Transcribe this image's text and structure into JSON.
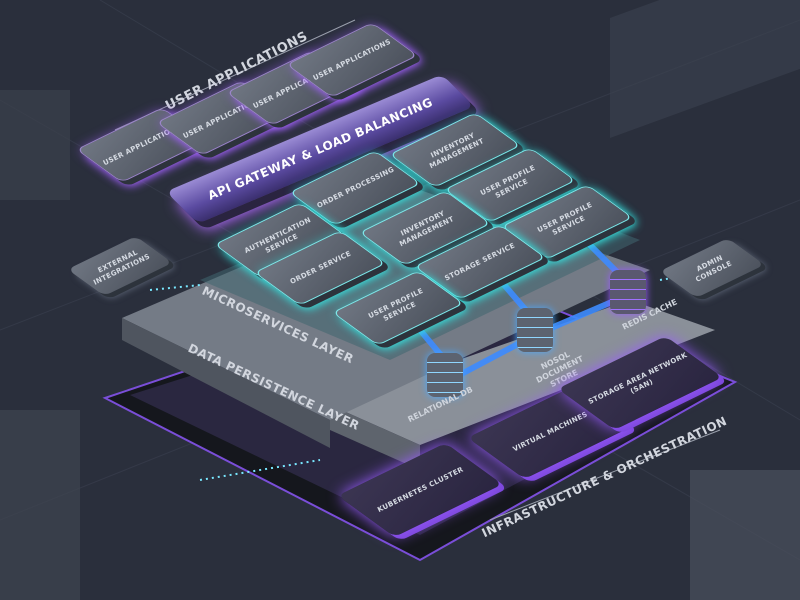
{
  "user_applications": {
    "title": "USER APPLICATIONS",
    "items": [
      "USER APPLICATIONS",
      "USER APPLICATIONS",
      "USER APPLICATIONS",
      "USER APPLICATIONS"
    ]
  },
  "gateway": {
    "label": "API GATEWAY & LOAD BALANCING"
  },
  "microservices": {
    "title": "MICROSERVICES LAYER",
    "services": [
      "INVENTORY MANAGEMENT",
      "ORDER PROCESSING",
      "USER PROFILE SERVICE",
      "AUTHENTICATION SERVICE",
      "INVENTORY MANAGEMENT",
      "USER PROFILE SERVICE",
      "ORDER SERVICE",
      "STORAGE SERVICE",
      "USER PROFILE SERVICE"
    ]
  },
  "data_layer": {
    "title": "DATA PERSISTENCE LAYER",
    "stores": [
      "RELATIONAL DB",
      "NOSQL DOCUMENT STORE",
      "REDIS CACHE"
    ]
  },
  "infrastructure": {
    "title": "INFRASTRUCTURE & ORCHESTRATION",
    "items": [
      "KUBERNETES CLUSTER",
      "VIRTUAL MACHINES",
      "STORAGE AREA NETWORK (SAN)"
    ]
  },
  "external": {
    "left": "EXTERNAL INTEGRATIONS",
    "right": "ADMIN CONSOLE"
  },
  "colors": {
    "background": "#2a2f3c",
    "teal_glow": "#35e3e0",
    "purple_glow": "#a463ff",
    "data_link": "#3d8bff"
  }
}
